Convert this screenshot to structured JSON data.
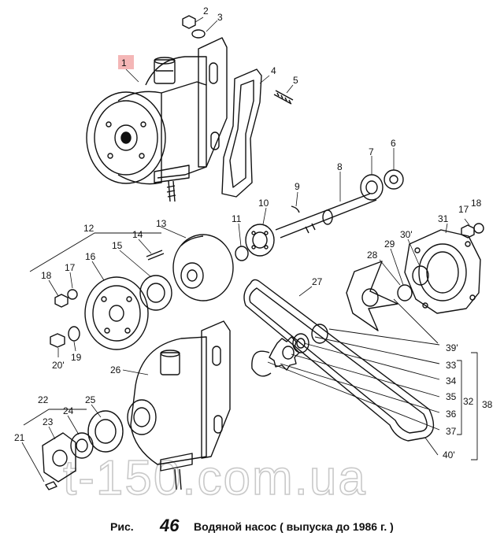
{
  "figure": {
    "caption_prefix": "Рис.",
    "caption_number": "46",
    "caption_title": "Водяной насос ( выпуска до 1986 г. )",
    "watermark": "t-150.com.ua",
    "highlight_color": "#f4b6b6",
    "callouts": {
      "c1": "1",
      "c2": "2",
      "c3": "3",
      "c4": "4",
      "c5": "5",
      "c6": "6",
      "c7": "7",
      "c8": "8",
      "c9": "9",
      "c10": "10",
      "c11": "11",
      "c12": "12",
      "c13": "13",
      "c14": "14",
      "c15": "15",
      "c16": "16",
      "c17a": "17",
      "c17b": "17",
      "c18a": "18",
      "c18b": "18",
      "c19": "19",
      "c20": "20'",
      "c21": "21",
      "c22": "22",
      "c23": "23",
      "c24": "24",
      "c25": "25",
      "c26": "26",
      "c27": "27",
      "c28": "28",
      "c29": "29",
      "c30": "30'",
      "c31": "31",
      "c32": "32",
      "c33": "33",
      "c34": "34",
      "c35": "35",
      "c36": "36",
      "c37": "37",
      "c38": "38",
      "c39": "39'",
      "c40": "40'"
    }
  }
}
